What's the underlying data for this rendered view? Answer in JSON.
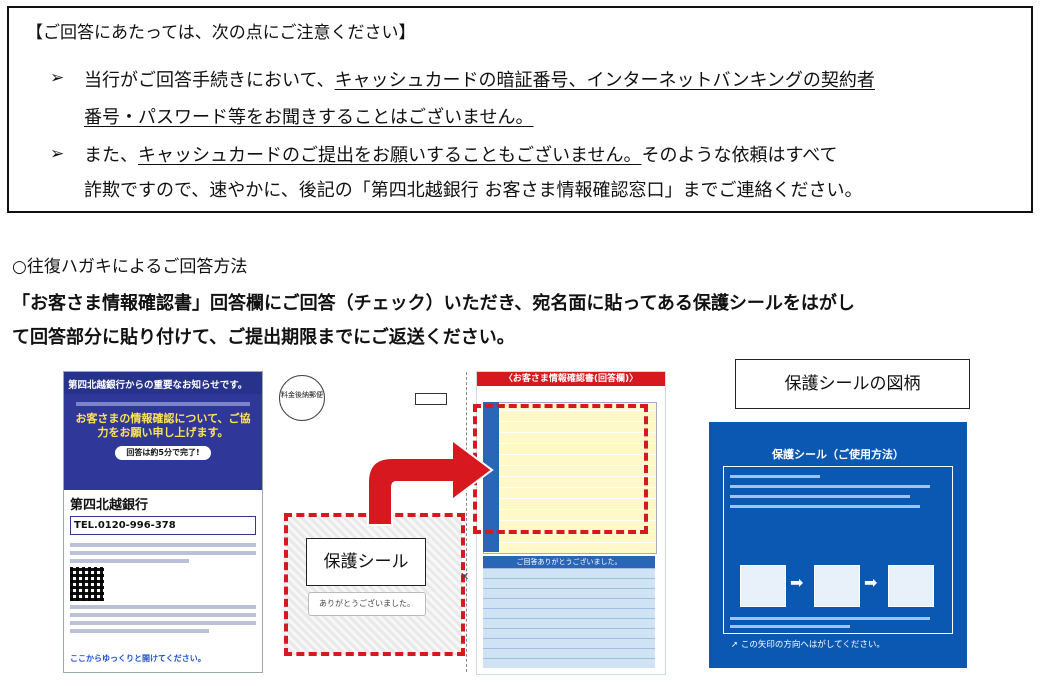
{
  "notice": {
    "title": "【ご回答にあたっては、次の点にご注意ください】",
    "bullet_icon": "➢",
    "item1_text_a": "当行がご回答手続きにおいて、",
    "item1_text_b": "キャッシュカードの暗証番号、インターネットバンキングの契約者",
    "item1_text_c": "番号・パスワード等をお聞きすることはございません。",
    "item2_text_a": "また、",
    "item2_text_b": "キャッシュカードのご提出をお願いすることもございません。",
    "item2_text_c": "そのような依頼はすべて",
    "item2_text_d": "詐欺ですので、速やかに、後記の「第四北越銀行 お客さま情報確認窓口」までご連絡ください。"
  },
  "section": {
    "title": "○往復ハガキによるご回答方法",
    "instruction_line1": "「お客さま情報確認書」回答欄にご回答（チェック）いただき、宛名面に貼ってある保護シールをはがし",
    "instruction_line2": "て回答部分に貼り付けて、ご提出期限までにご返送ください。"
  },
  "figure": {
    "notice_header": "第四北越銀行からの重要なお知らせです。",
    "notice_headline": "お客さまの情報確認について、ご協力をお願い申し上げます。",
    "notice_pill": "回答は約5分で完了!",
    "bank_name": "第四北越銀行",
    "bank_tel": "TEL.0120-996-378",
    "notice_footer": "ここからゆっくりと開けてください。",
    "card_stamp": "料金後納郵便",
    "seal_label": "保護シール",
    "seal_thanks": "ありがとうございました。",
    "form_header": "〈お客さま情報確認書(回答欄)〉",
    "form_bottom_head": "ご回答ありがとうございました。",
    "pattern_label": "保護シールの図柄",
    "pattern_title": "保護シール（ご使用方法）",
    "pattern_footer": "この矢印の方向へはがしてください。",
    "arrow_color": "#d8181f",
    "card_blue": "#0b58b3"
  }
}
